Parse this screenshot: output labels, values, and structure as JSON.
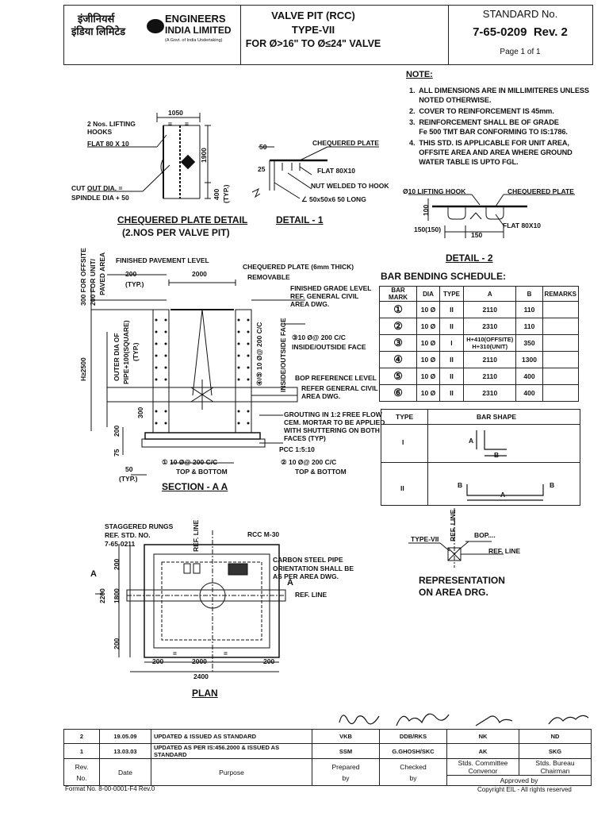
{
  "header": {
    "logo_hindi_1": "इंजीनियर्स",
    "logo_hindi_2": "इंडिया लिमिटेड",
    "logo_en_1": "ENGINEERS",
    "logo_en_2": "INDIA LIMITED",
    "logo_sub": "(A Govt. of India Undertaking)",
    "title_1": "VALVE PIT (RCC)",
    "title_2": "TYPE-VII",
    "title_3": "FOR Ø>16\" TO Ø≤24\" VALVE",
    "standard_label": "STANDARD No.",
    "standard_no": "7-65-0209",
    "revision": "Rev. 2",
    "page": "Page 1 of 1"
  },
  "notes": {
    "heading": "NOTE:",
    "items": [
      "1.  ALL DIMENSIONS ARE IN MILLIMITERES UNLESS",
      "     NOTED OTHERWISE.",
      "2.  COVER TO REINFORCEMENT IS 45mm.",
      "3.  REINFORCEMENT SHALL BE OF GRADE",
      "     Fe 500 TMT BAR CONFORMING TO IS:1786.",
      "4.  THIS STD. IS APPLICABLE FOR UNIT AREA,",
      "     OFFSITE AREA AND AREA WHERE GROUND",
      "     WATER TABLE IS UPTO FGL."
    ]
  },
  "chequered": {
    "lifting_hooks": "2 Nos. LIFTING",
    "hooks": "HOOKS",
    "flat": "FLAT 80 X 10",
    "cutout": "CUT OUT DIA. =",
    "spindle": "SPINDLE DIA + 50",
    "dim_1050": "1050",
    "dim_eq": "=",
    "dim_1900": "1900",
    "dim_400": "400",
    "dim_typ": "(TYP.)",
    "caption_1": "CHEQUERED PLATE DETAIL",
    "caption_2": "(2.NOS PER VALVE PIT)"
  },
  "detail1": {
    "dim_50": "50",
    "dim_25": "25",
    "chequered_plate": "CHEQUERED PLATE",
    "flat": "FLAT 80X10",
    "nut": "NUT WELDED TO HOOK",
    "angle": "∠ 50x50x6 50 LONG",
    "caption": "DETAIL - 1"
  },
  "detail2": {
    "hook": "Ø10 LIFTING HOOK",
    "chequered_plate": "CHEQUERED PLATE",
    "dim_100": "100",
    "dim_150_150": "150(150)",
    "dim_150": "150",
    "flat": "FLAT 80X10",
    "caption": "DETAIL - 2"
  },
  "section": {
    "offsite": "300 FOR OFFSITE",
    "unit": "200 FOR UNIT/",
    "paved": "PAVED AREA",
    "finished_pavement": "FINISHED PAVEMENT LEVEL",
    "dim_200": "200",
    "dim_2000": "2000",
    "typ": "(TYP.)",
    "chequered": "CHEQUERED PLATE (6mm THICK)",
    "removable": "REMOVABLE",
    "fgl_1": "FINISHED GRADE LEVEL",
    "fgl_2": "REF. GENERAL CIVIL",
    "fgl_3": "AREA DWG.",
    "bar3": "③10 Ø@ 200 C/C",
    "bar3b": "INSIDE/OUTSIDE FACE",
    "bar45": "④/⑤ 10 Ø@ 200 C/C",
    "bar45b": "INSIDE/OUTSIDE FACE",
    "bop_1": "BOP REFERENCE LEVEL",
    "bop_2": "REFER GENERAL CIVIL",
    "bop_3": "AREA DWG.",
    "h": "H≥2500",
    "outer_1": "OUTER DIA OF",
    "outer_2": "PIPE+100(SQUARE)",
    "outer_3": "(TYP.)",
    "dim_300": "300",
    "dim_200b": "200",
    "dim_75": "75",
    "dim_50": "50",
    "typ2": "(TYP.)",
    "grout_1": "GROUTING IN 1:2 FREE FLOW",
    "grout_2": "CEM. MORTAR TO BE APPLIED",
    "grout_3": "WITH SHUTTERING ON BOTH",
    "grout_4": "FACES (TYP)",
    "pcc": "PCC 1:5:10",
    "bar1": "① 10 Ø@ 200 C/C",
    "bar1b": "TOP & BOTTOM",
    "bar2": "② 10 Ø@ 200 C/C",
    "bar2b": "TOP & BOTTOM",
    "caption": "SECTION - A A"
  },
  "bbs": {
    "title": "BAR BENDING SCHEDULE:",
    "headers": [
      "BAR MARK",
      "DIA",
      "TYPE",
      "A",
      "B",
      "REMARKS"
    ],
    "rows": [
      [
        "①",
        "10 Ø",
        "II",
        "2110",
        "110",
        ""
      ],
      [
        "②",
        "10 Ø",
        "II",
        "2310",
        "110",
        ""
      ],
      [
        "③",
        "10 Ø",
        "I",
        "H+410(OFFSITE)\nH+310(UNIT)",
        "350",
        ""
      ],
      [
        "④",
        "10 Ø",
        "II",
        "2110",
        "1300",
        ""
      ],
      [
        "⑤",
        "10 Ø",
        "II",
        "2110",
        "400",
        ""
      ],
      [
        "⑥",
        "10 Ø",
        "II",
        "2310",
        "400",
        ""
      ]
    ]
  },
  "shape": {
    "type_h": "TYPE",
    "shape_h": "BAR SHAPE",
    "t1": "I",
    "t2": "II",
    "a": "A",
    "b": "B"
  },
  "plan": {
    "staggered_1": "STAGGERED RUNGS",
    "staggered_2": "REF. STD. NO.",
    "staggered_3": "7-65-0211",
    "ref_line": "REF. LINE",
    "rcc": "RCC M-30",
    "pipe_1": "CARBON STEEL PIPE",
    "pipe_2": "ORIENTATION SHALL BE",
    "pipe_3": "AS PER AREA DWG.",
    "ref_line2": "REF. LINE",
    "a": "A",
    "dim_2200": "2200",
    "dim_1800": "1800",
    "dim_200": "200",
    "dim_2000": "2000",
    "dim_2400": "2400",
    "eq": "=",
    "caption": "PLAN"
  },
  "representation": {
    "type": "TYPE-VII",
    "bop": "BOP....",
    "ref": "REF. LINE",
    "ref_v": "REF. LINE",
    "caption_1": "REPRESENTATION",
    "caption_2": "ON AREA DRG."
  },
  "revisions": {
    "rows": [
      [
        "2",
        "19.05.09",
        "UPDATED & ISSUED AS STANDARD",
        "VKB",
        "DDB/RKS",
        "NK",
        "ND"
      ],
      [
        "1",
        "13.03.03",
        "UPDATED AS PER IS:456.2000 & ISSUED AS STANDARD",
        "SSM",
        "G.GHOSH/SKC",
        "AK",
        "SKG"
      ]
    ],
    "rev_label": "Rev.",
    "no_label": "No.",
    "date_label": "Date",
    "purpose_label": "Purpose",
    "prepared_label": "Prepared",
    "checked_label": "Checked",
    "by_label": "by",
    "committee_1": "Stds. Committee",
    "committee_2": "Convenor",
    "bureau_1": "Stds. Bureau",
    "bureau_2": "Chairman",
    "approved": "Approved by"
  },
  "footer": {
    "format": "Format No. 8-00-0001-F4 Rev.0",
    "copyright": "Copyright EIL - All rights reserved"
  }
}
